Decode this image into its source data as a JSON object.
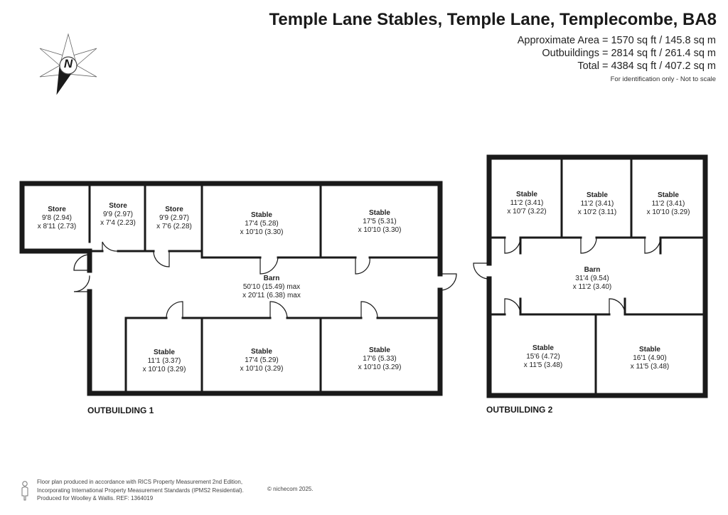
{
  "header": {
    "title": "Temple Lane Stables, Temple Lane, Templecombe, BA8",
    "area_lines": [
      "Approximate Area = 1570 sq ft / 145.8 sq m",
      "Outbuildings = 2814 sq ft / 261.4 sq m",
      "Total = 4384 sq ft / 407.2 sq m"
    ],
    "identification": "For identification only - Not to scale"
  },
  "compass": {
    "label": "N",
    "icon": "compass-rose-icon"
  },
  "outbuilding1": {
    "label": "OUTBUILDING 1",
    "rooms": [
      {
        "name": "Store",
        "dim1": "9'8 (2.94)",
        "dim2": "x 8'11 (2.73)"
      },
      {
        "name": "Store",
        "dim1": "9'9 (2.97)",
        "dim2": "x 7'4 (2.23)"
      },
      {
        "name": "Store",
        "dim1": "9'9 (2.97)",
        "dim2": "x 7'6 (2.28)"
      },
      {
        "name": "Stable",
        "dim1": "17'4 (5.28)",
        "dim2": "x 10'10 (3.30)"
      },
      {
        "name": "Stable",
        "dim1": "17'5 (5.31)",
        "dim2": "x 10'10 (3.30)"
      },
      {
        "name": "Barn",
        "dim1": "50'10 (15.49) max",
        "dim2": "x 20'11 (6.38) max"
      },
      {
        "name": "Stable",
        "dim1": "11'1 (3.37)",
        "dim2": "x 10'10 (3.29)"
      },
      {
        "name": "Stable",
        "dim1": "17'4 (5.29)",
        "dim2": "x 10'10 (3.29)"
      },
      {
        "name": "Stable",
        "dim1": "17'6 (5.33)",
        "dim2": "x 10'10 (3.29)"
      }
    ]
  },
  "outbuilding2": {
    "label": "OUTBUILDING 2",
    "rooms": [
      {
        "name": "Stable",
        "dim1": "11'2 (3.41)",
        "dim2": "x 10'7 (3.22)"
      },
      {
        "name": "Stable",
        "dim1": "11'2 (3.41)",
        "dim2": "x 10'2 (3.11)"
      },
      {
        "name": "Stable",
        "dim1": "11'2 (3.41)",
        "dim2": "x 10'10 (3.29)"
      },
      {
        "name": "Barn",
        "dim1": "31'4 (9.54)",
        "dim2": "x 11'2 (3.40)"
      },
      {
        "name": "Stable",
        "dim1": "15'6 (4.72)",
        "dim2": "x 11'5 (3.48)"
      },
      {
        "name": "Stable",
        "dim1": "16'1 (4.90)",
        "dim2": "x 11'5 (3.48)"
      }
    ]
  },
  "footer": {
    "lines": [
      "Floor plan produced in accordance with RICS Property Measurement 2nd Edition,",
      "Incorporating International Property Measurement Standards (IPMS2 Residential).",
      "Produced for Woolley & Wallis.   REF:  1364019"
    ],
    "copyright": "© nichecom 2025.",
    "logo_icon": "person-logo-icon"
  }
}
